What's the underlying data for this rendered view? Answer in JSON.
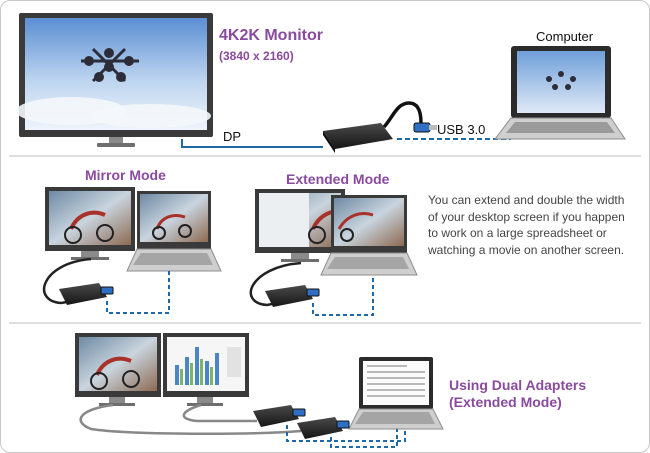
{
  "section1": {
    "monitor_title": "4K2K Monitor",
    "monitor_resolution": "(3840 x 2160)",
    "computer_label": "Computer",
    "dp_label": "DP",
    "usb_label": "USB 3.0"
  },
  "section2": {
    "mirror_title": "Mirror Mode",
    "extended_title": "Extended Mode",
    "description": "You can extend and double the width of your desktop screen if you happen to work on a large spreadsheet or watching a movie on another screen."
  },
  "section3": {
    "dual_title_line1": "Using Dual Adapters",
    "dual_title_line2": "(Extended Mode)"
  },
  "colors": {
    "accent_purple": "#8a4a9e",
    "cable_blue": "#1e6aa8",
    "divider": "#d4d4d4"
  }
}
